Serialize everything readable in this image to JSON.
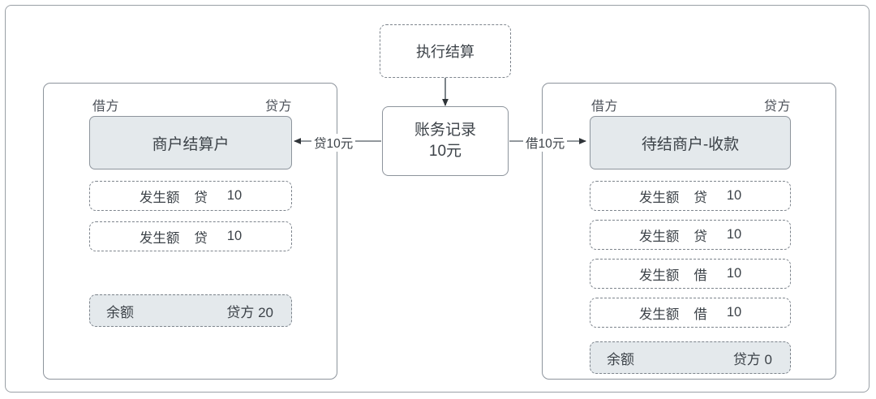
{
  "diagram": {
    "action_node": {
      "label": "执行结算"
    },
    "ledger_node": {
      "line1": "账务记录",
      "line2": "10元"
    },
    "edges": [
      {
        "name": "credit-edge",
        "label": "贷10元"
      },
      {
        "name": "debit-edge",
        "label": "借10元"
      }
    ],
    "panels": [
      {
        "id": "left",
        "debit_header": "借方",
        "credit_header": "贷方",
        "account_title": "商户结算户",
        "entries": [
          {
            "label": "发生额",
            "direction": "贷",
            "amount": "10"
          },
          {
            "label": "发生额",
            "direction": "贷",
            "amount": "10"
          }
        ],
        "balance": {
          "label": "余额",
          "value": "贷方 20"
        }
      },
      {
        "id": "right",
        "debit_header": "借方",
        "credit_header": "贷方",
        "account_title": "待结商户-收款",
        "entries": [
          {
            "label": "发生额",
            "direction": "贷",
            "amount": "10"
          },
          {
            "label": "发生额",
            "direction": "贷",
            "amount": "10"
          },
          {
            "label": "发生额",
            "direction": "借",
            "amount": "10"
          },
          {
            "label": "发生额",
            "direction": "借",
            "amount": "10"
          }
        ],
        "balance": {
          "label": "余额",
          "value": "贷方 0"
        }
      }
    ]
  },
  "colors": {
    "shaded_fill": "#e4e9ec",
    "border": "#8d949c",
    "dashed_border": "#7d848c",
    "text": "#3c4248"
  }
}
